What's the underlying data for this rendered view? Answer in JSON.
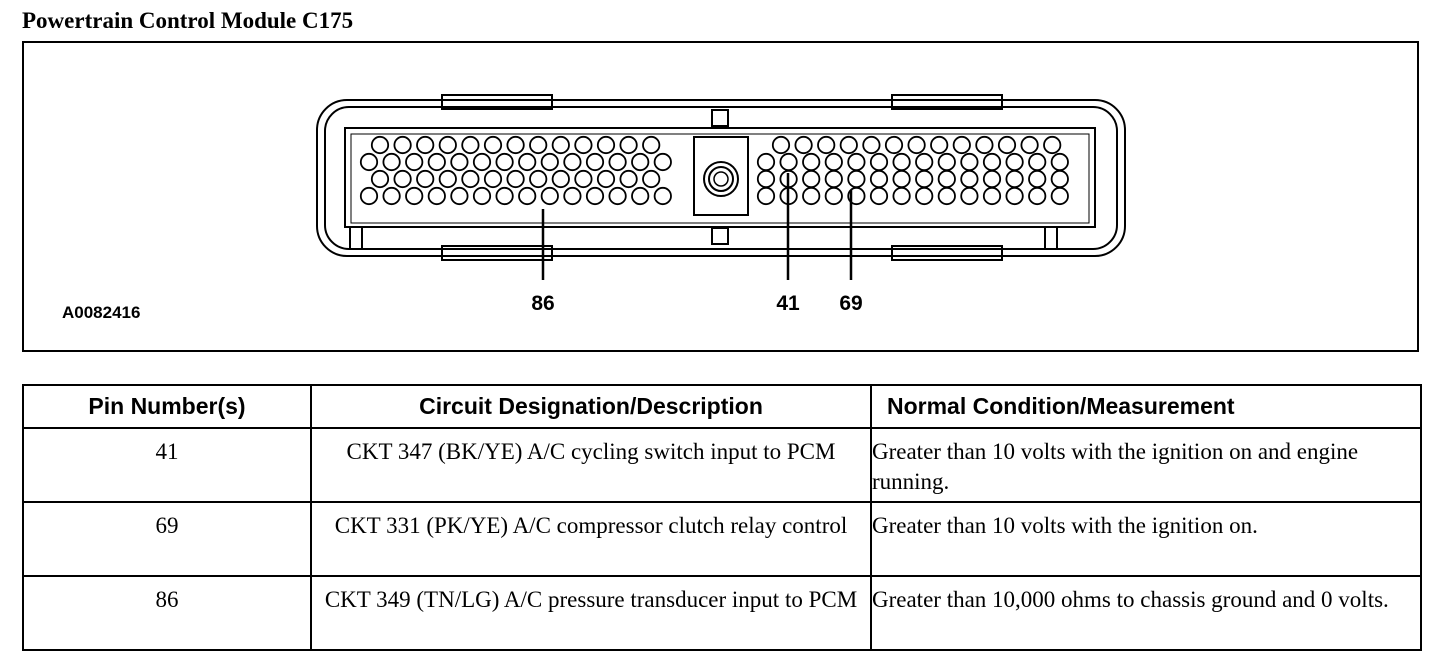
{
  "title": "Powertrain Control Module C175",
  "diagram": {
    "figure_id": "A0082416",
    "callouts": [
      "86",
      "41",
      "69"
    ]
  },
  "table": {
    "headers": [
      "Pin Number(s)",
      "Circuit Designation/Description",
      "Normal Condition/Measurement"
    ],
    "rows": [
      {
        "pin": "41",
        "description": "CKT 347 (BK/YE) A/C cycling switch input to PCM",
        "condition": "Greater than 10 volts with the ignition on and engine running."
      },
      {
        "pin": "69",
        "description": "CKT 331 (PK/YE) A/C compressor clutch relay control",
        "condition": "Greater than 10 volts with the ignition on."
      },
      {
        "pin": "86",
        "description": "CKT 349 (TN/LG) A/C pressure transducer input to PCM",
        "condition": "Greater than 10,000 ohms to chassis ground and 0 volts."
      }
    ]
  }
}
